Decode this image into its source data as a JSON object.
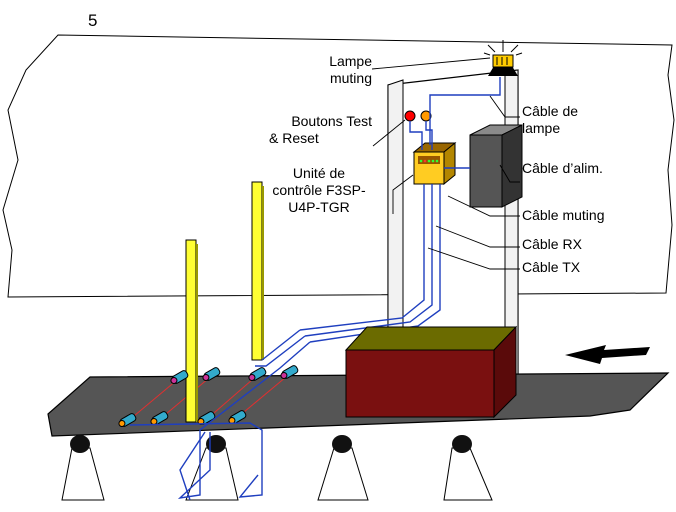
{
  "figure": {
    "number": "5"
  },
  "labels": {
    "lamp_muting": [
      "Lampe",
      "muting"
    ],
    "buttons": [
      "Boutons Test",
      "& Reset"
    ],
    "control_unit": [
      "Unité de",
      "contrôle F3SP-",
      "U4P-TGR"
    ],
    "cable_lamp": [
      "Câble de",
      "lampe"
    ],
    "cable_power": "Câble d’alim.",
    "cable_muting": "Câble muting",
    "cable_rx": "Câble RX",
    "cable_tx": "Câble TX"
  },
  "colors": {
    "conveyor": "#555555",
    "conveyor_edge": "#000000",
    "light_curtain": "#ffff33",
    "cable": "#1f3fbf",
    "beam": "#e03030",
    "box_front": "#7a1010",
    "box_top": "#6b6b00",
    "lamp": "#ffcc00",
    "control_unit": "#ffcc22",
    "power_box": "#555555",
    "button_red": "#ff0000",
    "button_orange": "#ff9900",
    "sensor": "#33aacc"
  },
  "icons": {
    "direction": "arrow-left-icon",
    "lamp": "warning-lamp-icon"
  }
}
